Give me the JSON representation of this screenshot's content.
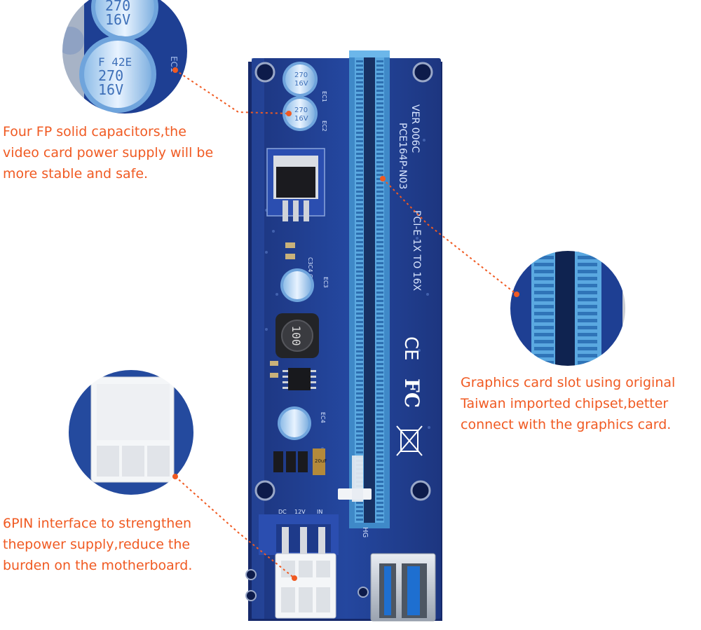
{
  "callouts": {
    "capacitors": [
      "Four FP solid capacitors,the",
      "video card power supply will be",
      "more stable and safe."
    ],
    "slot": [
      "Graphics card slot using original",
      "Taiwan imported chipset,better",
      "connect with the graphics card."
    ],
    "six_pin": [
      "6PIN interface to strengthen",
      "thepower supply,reduce the",
      "burden on the motherboard."
    ]
  },
  "board_labels": {
    "model": "PCE164P-N03",
    "version": "VER 006C",
    "interface": "PCI-E 1X TO 16X",
    "ce_mark": "CE",
    "fc_mark": "FC",
    "ec1": "EC1",
    "ec2": "EC2",
    "ec3": "EC3",
    "ec4": "EC4",
    "inductor": "100",
    "cap_rating": "270",
    "cap_voltage": "16V",
    "zoom_cap_code": "F  42E",
    "sixpin_dc": "DC",
    "sixpin_12v": "12V",
    "sixpin_in": "IN",
    "hg": "HG",
    "fuse": "20uF",
    "c3c4": "C3C4 C5"
  },
  "colors": {
    "callout_text": "#f05a22",
    "pcb_blue": "#1f3d92",
    "slot_blue": "#4f9fd8",
    "leader_line": "#f05a22"
  }
}
